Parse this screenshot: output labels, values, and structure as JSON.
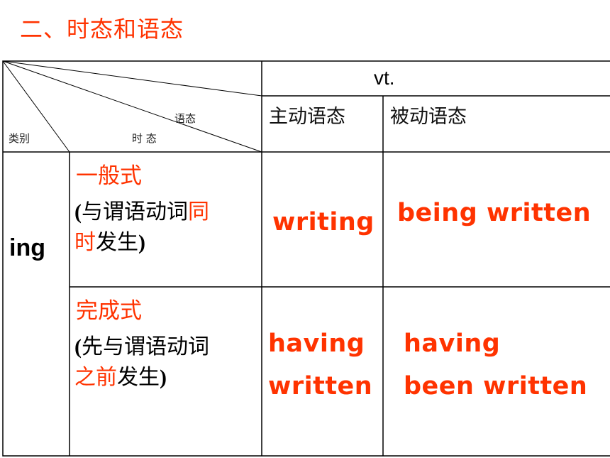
{
  "title": "二、时态和语态",
  "header": {
    "vt": "vt.",
    "active": "主动语态",
    "passive": "被动语态",
    "corner_voice": "语态",
    "corner_tense": "时 态",
    "corner_category": "类别"
  },
  "row_label": "ing",
  "rows": [
    {
      "form": "一般式",
      "desc_open": "(",
      "desc_black": "与谓语动词",
      "desc_red1": "同",
      "desc_red2": "时",
      "desc_tail": "发生",
      "desc_close": ")",
      "active": "writing",
      "passive": "being written"
    },
    {
      "form": "完成式",
      "desc_open": "(",
      "desc_black": "先与谓语动词",
      "desc_red": "之前",
      "desc_tail": "发生",
      "desc_close": ")",
      "active_line1": "having",
      "active_line2": "written",
      "passive_line1": "having",
      "passive_line2": "been written"
    }
  ]
}
